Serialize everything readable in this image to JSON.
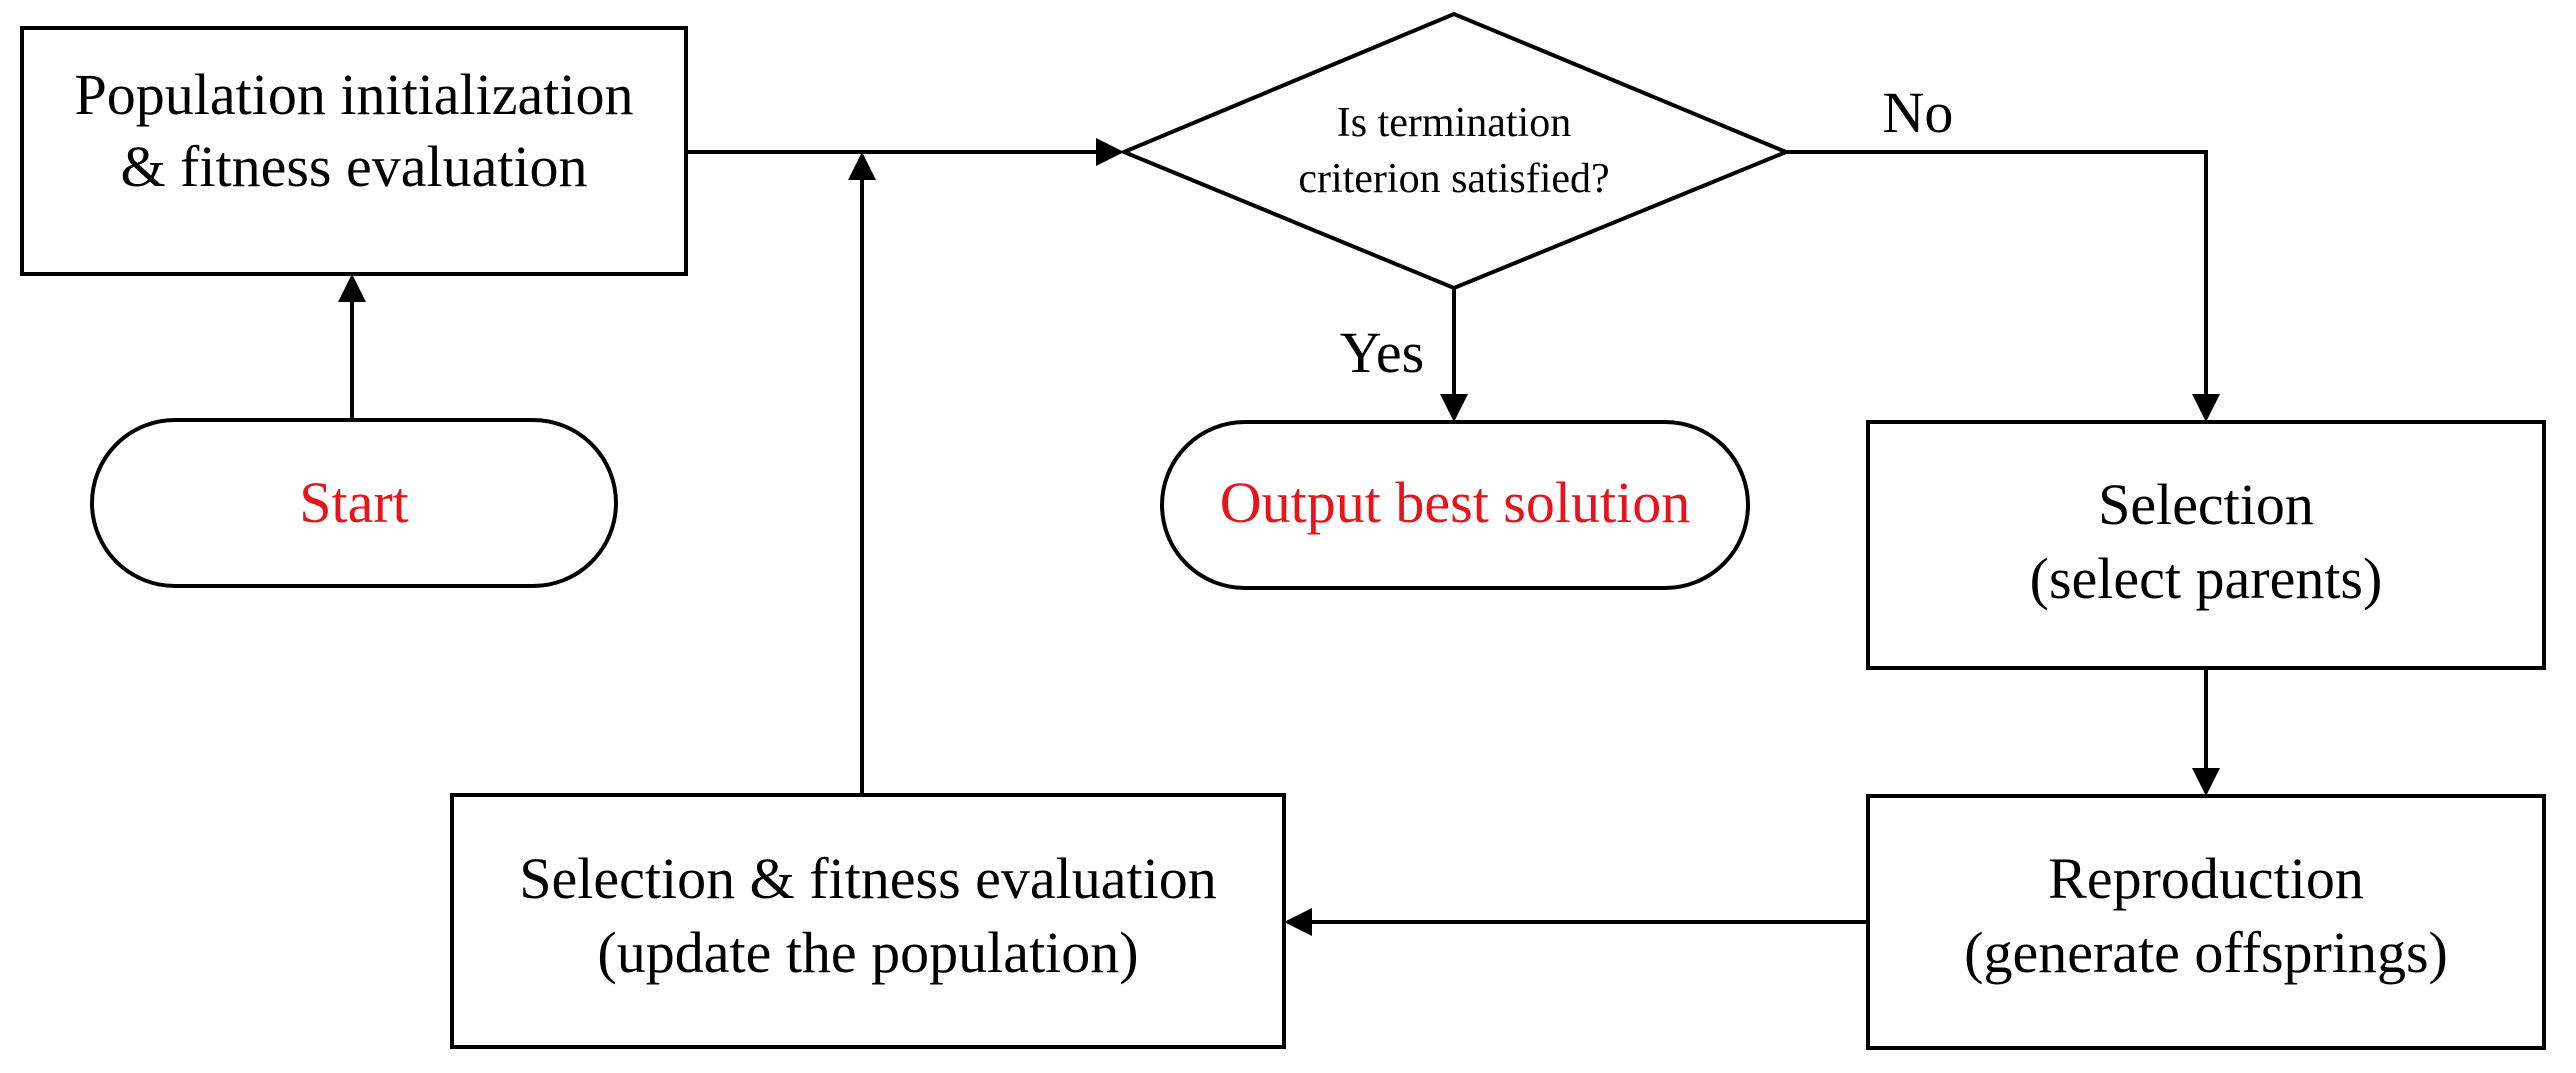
{
  "nodes": {
    "init": {
      "line1": "Population initialization",
      "line2": "& fitness evaluation"
    },
    "start": {
      "label": "Start"
    },
    "decision": {
      "line1": "Is termination",
      "line2": "criterion satisfied?"
    },
    "output": {
      "label": "Output best solution"
    },
    "selection": {
      "line1": "Selection",
      "line2": "(select parents)"
    },
    "reproduction": {
      "line1": "Reproduction",
      "line2": "(generate offsprings)"
    },
    "update": {
      "line1": "Selection & fitness evaluation",
      "line2": "(update the population)"
    }
  },
  "edges": {
    "no_label": "No",
    "yes_label": "Yes"
  },
  "colors": {
    "terminal_text": "#e8141b",
    "line": "#000000"
  }
}
